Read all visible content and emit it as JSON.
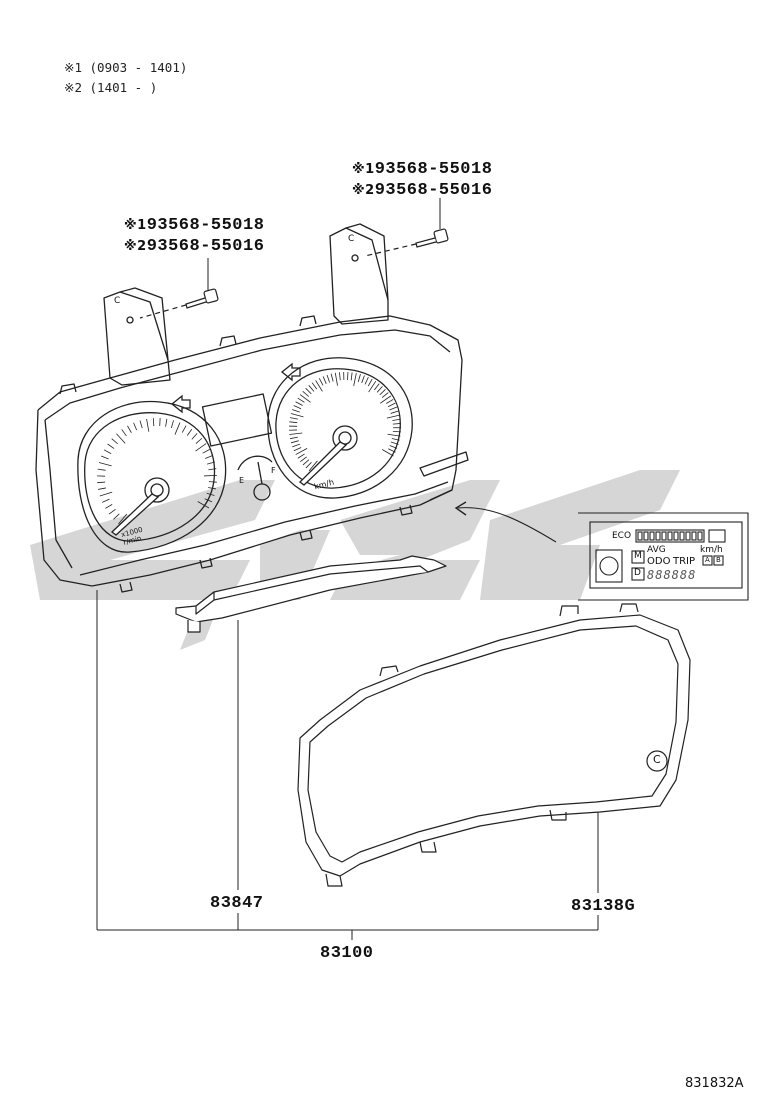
{
  "notes": [
    {
      "mark": "※1",
      "text": "(0903 - 1401)"
    },
    {
      "mark": "※2",
      "text": "(1401 -      )"
    }
  ],
  "screws": {
    "left": {
      "mark1": "※1",
      "part1": "93568-55018",
      "mark2": "※2",
      "part2": "93568-55016"
    },
    "right": {
      "mark1": "※1",
      "part1": "93568-55018",
      "mark2": "※2",
      "part2": "93568-55016"
    }
  },
  "parts": {
    "plate": "83847",
    "glass": "83138G",
    "assembly": "83100"
  },
  "display": {
    "eco": "ECO",
    "m": "M",
    "avg": "AVG",
    "odo": "ODO",
    "trip": "TRIP",
    "a": "A",
    "b": "B",
    "d": "D",
    "kmh": "km/h",
    "segments": "888888"
  },
  "gauge_labels": {
    "tach_unit": "x1000 r/min",
    "speed_unit": "km/h",
    "fuel_e": "E",
    "fuel_f": "F",
    "glass_marker": "C",
    "bracket_mark": "C"
  },
  "diagram_code": "831832A",
  "colors": {
    "line": "#222222",
    "watermark": "#c8c8c8"
  }
}
